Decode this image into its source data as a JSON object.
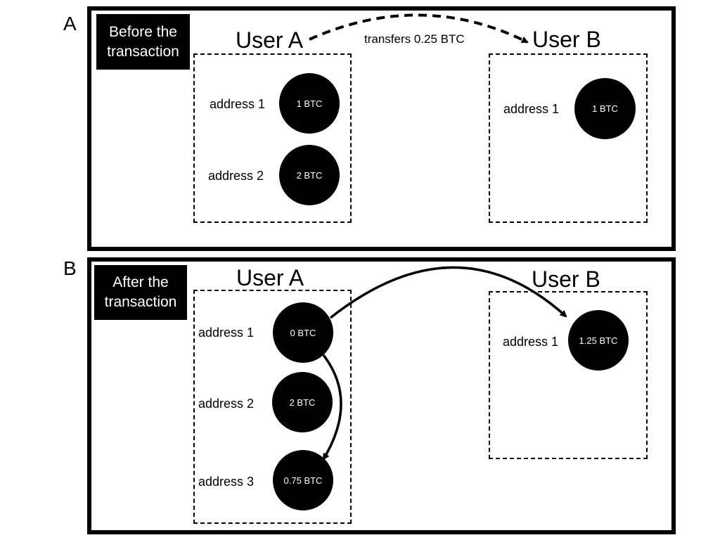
{
  "panel_a": {
    "letter": "A",
    "phase": "Before the\ntransaction",
    "transfer_label": "transfers 0.25 BTC",
    "user_a": {
      "name": "User A",
      "addresses": [
        {
          "label": "address 1",
          "amount": "1 BTC"
        },
        {
          "label": "address 2",
          "amount": "2 BTC"
        }
      ]
    },
    "user_b": {
      "name": "User B",
      "addresses": [
        {
          "label": "address 1",
          "amount": "1 BTC"
        }
      ]
    }
  },
  "panel_b": {
    "letter": "B",
    "phase": "After the\ntransaction",
    "user_a": {
      "name": "User A",
      "addresses": [
        {
          "label": "address 1",
          "amount": "0 BTC"
        },
        {
          "label": "address 2",
          "amount": "2 BTC"
        },
        {
          "label": "address 3",
          "amount": "0.75 BTC"
        }
      ]
    },
    "user_b": {
      "name": "User B",
      "addresses": [
        {
          "label": "address 1",
          "amount": "1.25 BTC"
        }
      ]
    }
  }
}
